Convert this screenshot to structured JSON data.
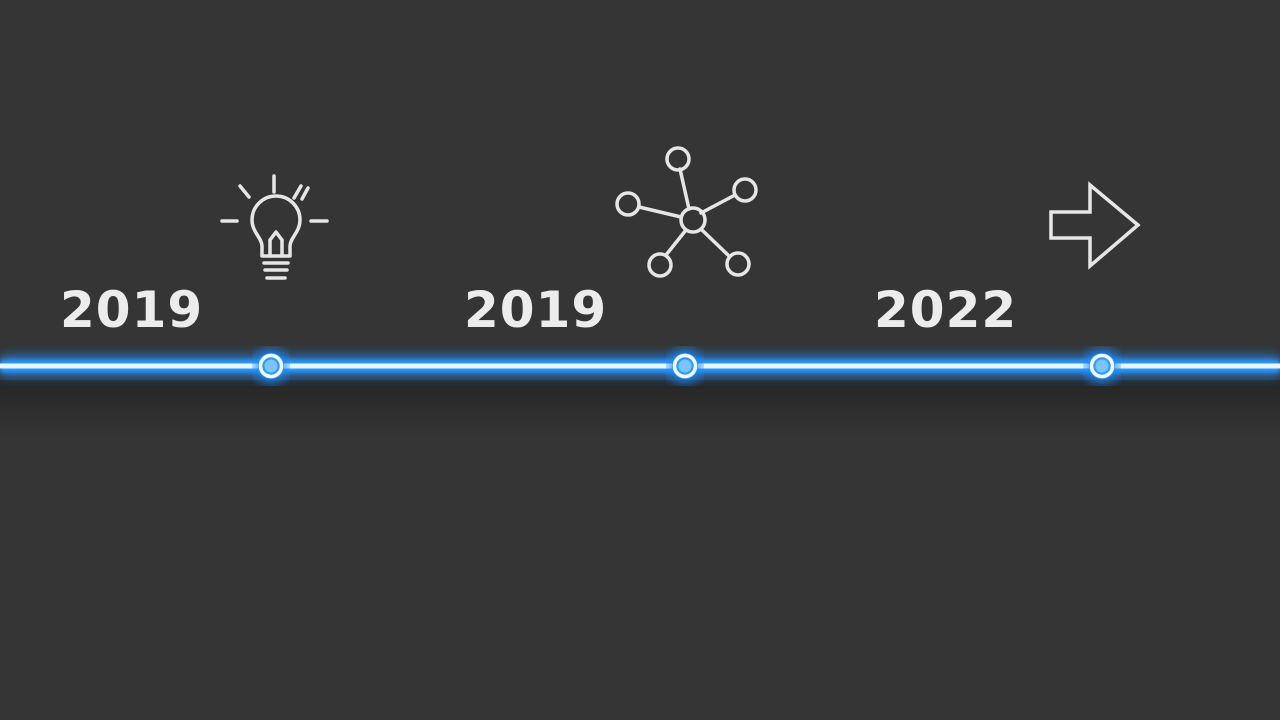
{
  "timeline": {
    "milestones": [
      {
        "year": "2019",
        "icon": "lightbulb-icon"
      },
      {
        "year": "2019",
        "icon": "network-icon"
      },
      {
        "year": "2022",
        "icon": "arrow-right-icon"
      }
    ]
  },
  "colors": {
    "background": "#353535",
    "line_core": "#e8f6ff",
    "line_glow": "#1e8cff",
    "text": "#ececec",
    "icon_stroke": "#e6e6e6"
  }
}
